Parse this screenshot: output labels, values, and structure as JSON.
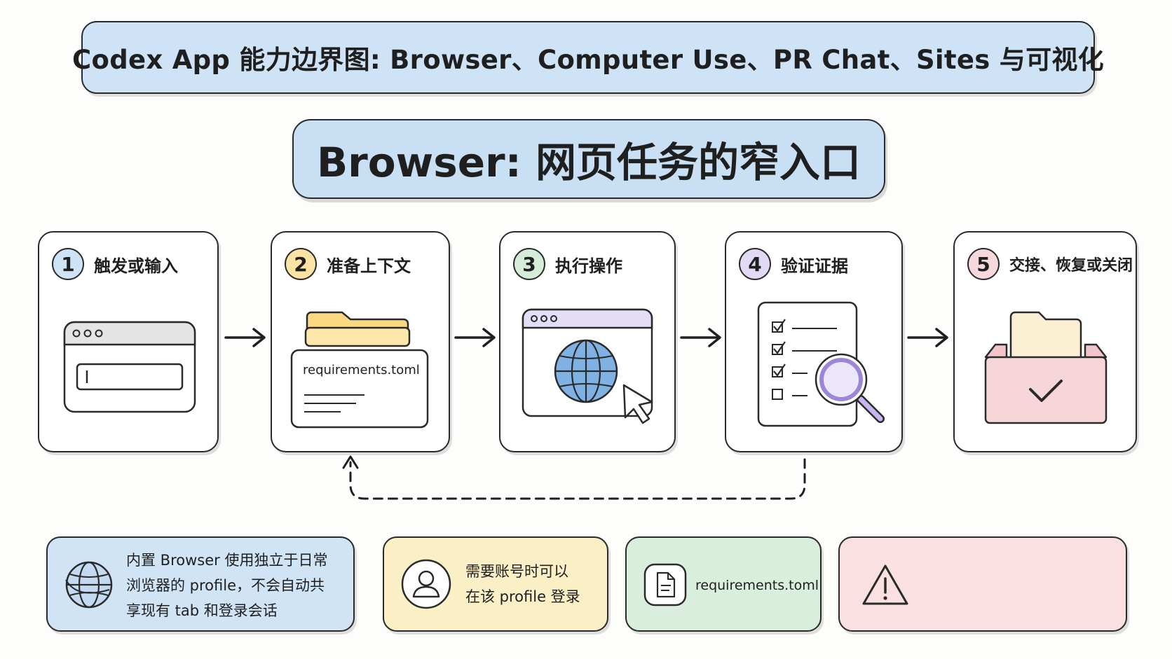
{
  "title": "Codex App 能力边界图: Browser、Computer Use、PR Chat、Sites 与可视化",
  "subtitle": "Browser: 网页任务的窄入口",
  "steps": [
    {
      "number": "1",
      "label": "触发或输入",
      "color": "#cfe3f6"
    },
    {
      "number": "2",
      "label": "准备上下文",
      "color": "#fbe3a4",
      "file": "requirements.toml"
    },
    {
      "number": "3",
      "label": "执行操作",
      "color": "#d5ecd9"
    },
    {
      "number": "4",
      "label": "验证证据",
      "color": "#e2daf5"
    },
    {
      "number": "5",
      "label": "交接、恢复或关闭",
      "color": "#f7d9dc"
    }
  ],
  "cards": [
    {
      "lines": [
        "内置 Browser 使用独立于日常",
        "浏览器的 profile，不会自动共",
        "享现有 tab 和登录会话"
      ],
      "color": "#d1e4f6",
      "icon": "globe-icon"
    },
    {
      "lines": [
        "需要账号时可以",
        "在该 profile 登录"
      ],
      "color": "#fbefc6",
      "icon": "user-icon"
    },
    {
      "lines": [
        "requirements.toml"
      ],
      "color": "#d9eedc",
      "icon": "document-icon"
    },
    {
      "lines": [],
      "color": "#fbe0e2",
      "icon": "warning-icon"
    }
  ]
}
